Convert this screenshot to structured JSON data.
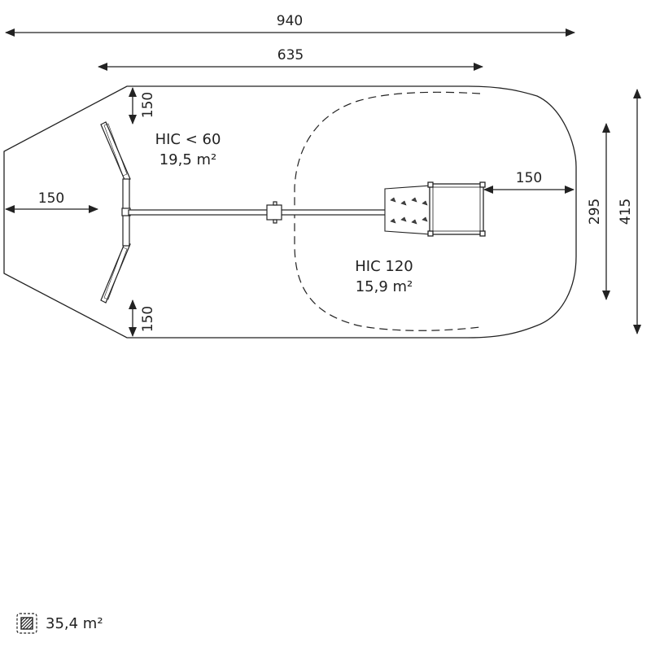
{
  "dimensions": {
    "total_length": "940",
    "equipment_length": "635",
    "left_clearance": "150",
    "top_clearance": "150",
    "bottom_clearance": "150",
    "right_clearance": "150",
    "inner_width": "295",
    "total_width": "415"
  },
  "zones": {
    "low_zone": {
      "label": "HIC < 60",
      "area": "19,5 m²"
    },
    "high_zone": {
      "label": "HIC 120",
      "area": "15,9 m²"
    }
  },
  "legend": {
    "total_area": "35,4 m²",
    "icon": "hatched-area-icon"
  },
  "colors": {
    "line": "#222222",
    "equipment_fill": "#ffffff"
  }
}
